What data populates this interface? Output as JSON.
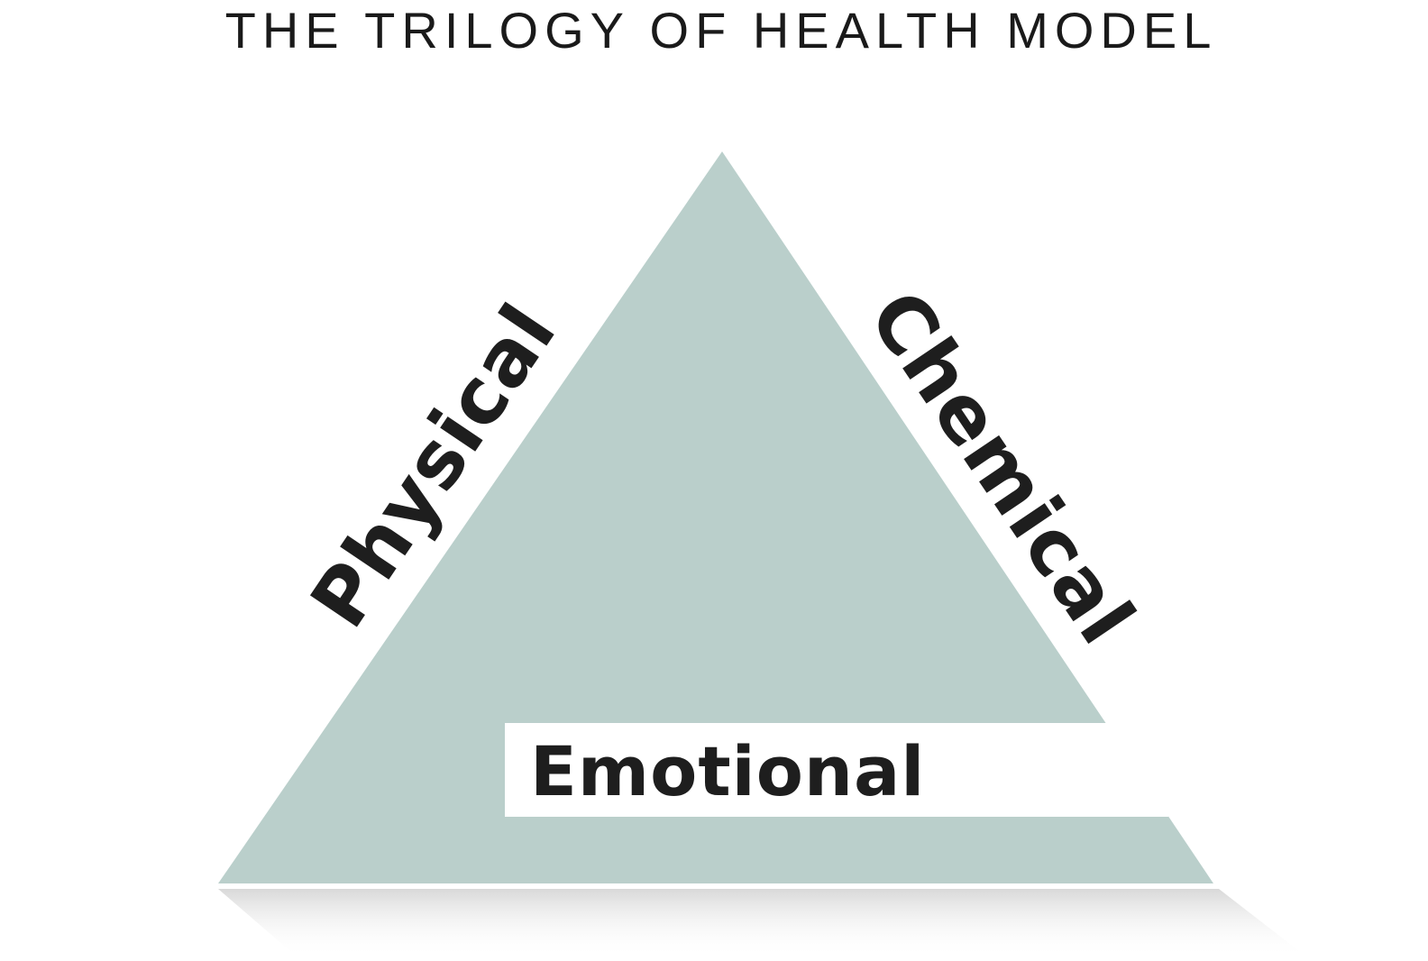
{
  "title": "THE TRILOGY OF HEALTH MODEL",
  "sides": {
    "left": "Physical",
    "right": "Chemical",
    "base": "Emotional"
  },
  "colors": {
    "triangle_fill": "#bacfcb",
    "text": "#1e1e1e",
    "label_box": "#ffffff"
  }
}
